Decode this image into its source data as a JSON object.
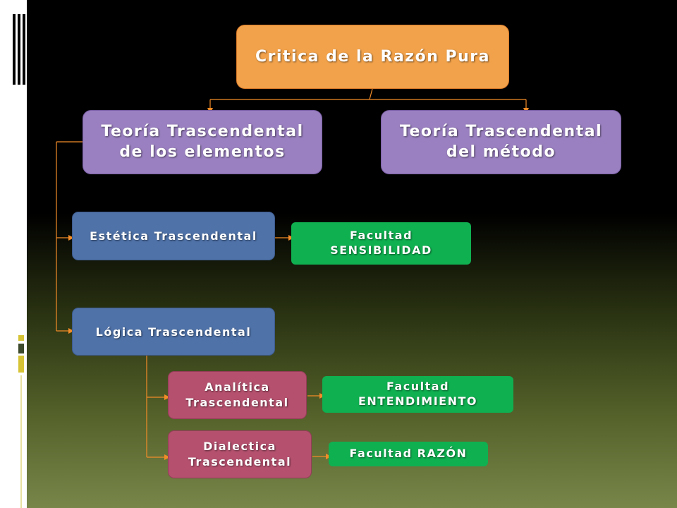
{
  "diagram": {
    "root": {
      "label": "Critica de la Razón Pura"
    },
    "theory_elements": {
      "line1": "Teoría Trascendental",
      "line2": "de los elementos"
    },
    "theory_method": {
      "line1": "Teoría Trascendental",
      "line2": "del método"
    },
    "aesthetic": {
      "label": "Estética Trascendental"
    },
    "faculty_sensibility": {
      "line1": "Facultad",
      "line2": "SENSIBILIDAD"
    },
    "logic": {
      "label": "Lógica Trascendental"
    },
    "analytic": {
      "line1": "Analítica",
      "line2": "Trascendental"
    },
    "faculty_understanding": {
      "line1": "Facultad",
      "line2": "ENTENDIMIENTO"
    },
    "dialectic": {
      "line1": "Dialectica",
      "line2": "Trascendental"
    },
    "faculty_reason": {
      "label": "Facultad RAZÓN"
    }
  },
  "colors": {
    "orange": "#f2a24a",
    "purple": "#9a80c0",
    "blue": "#4f72a8",
    "green": "#0fb050",
    "pink": "#b5516f",
    "connector": "#f28c28"
  }
}
